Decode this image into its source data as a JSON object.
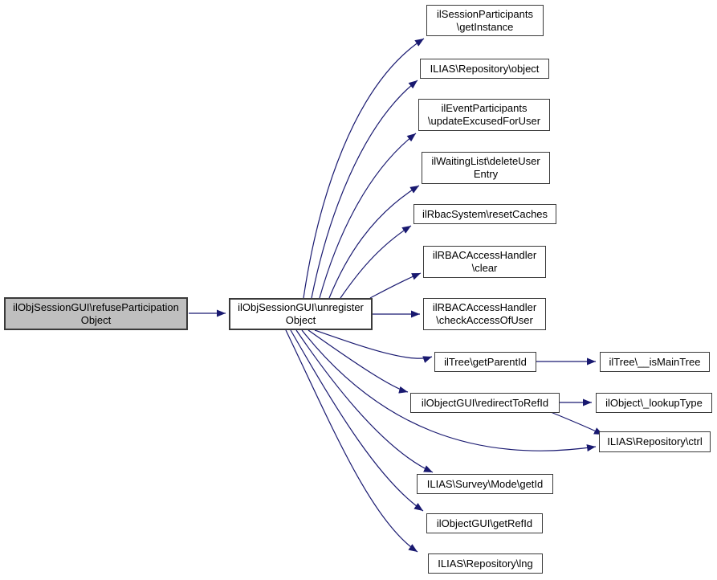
{
  "diagram": {
    "type": "doxygen-call-graph",
    "colors": {
      "edge": "#191970",
      "node_border": "#3a3a3a",
      "node_fill": "#ffffff",
      "highlight_fill": "#bfbfbf",
      "text": "#000000",
      "background": "#ffffff"
    },
    "nodes": {
      "refuse_participation": {
        "line1": "ilObjSessionGUI\\refuseParticipation",
        "line2": "Object"
      },
      "unregister": {
        "line1": "ilObjSessionGUI\\unregister",
        "line2": "Object"
      },
      "get_instance": {
        "line1": "ilSessionParticipants",
        "line2": "\\getInstance"
      },
      "repository_object": {
        "line1": "ILIAS\\Repository\\object"
      },
      "update_excused": {
        "line1": "ilEventParticipants",
        "line2": "\\updateExcusedForUser"
      },
      "delete_user_entry": {
        "line1": "ilWaitingList\\deleteUser",
        "line2": "Entry"
      },
      "reset_caches": {
        "line1": "ilRbacSystem\\resetCaches"
      },
      "rbac_clear": {
        "line1": "ilRBACAccessHandler",
        "line2": "\\clear"
      },
      "check_access_of_user": {
        "line1": "ilRBACAccessHandler",
        "line2": "\\checkAccessOfUser"
      },
      "get_parent_id": {
        "line1": "ilTree\\getParentId"
      },
      "redirect_to_ref_id": {
        "line1": "ilObjectGUI\\redirectToRefId"
      },
      "survey_get_id": {
        "line1": "ILIAS\\Survey\\Mode\\getId"
      },
      "get_ref_id": {
        "line1": "ilObjectGUI\\getRefId"
      },
      "repository_lng": {
        "line1": "ILIAS\\Repository\\lng"
      },
      "is_main_tree": {
        "line1": "ilTree\\__isMainTree"
      },
      "lookup_type": {
        "line1": "ilObject\\_lookupType"
      },
      "repository_ctrl": {
        "line1": "ILIAS\\Repository\\ctrl"
      }
    }
  }
}
